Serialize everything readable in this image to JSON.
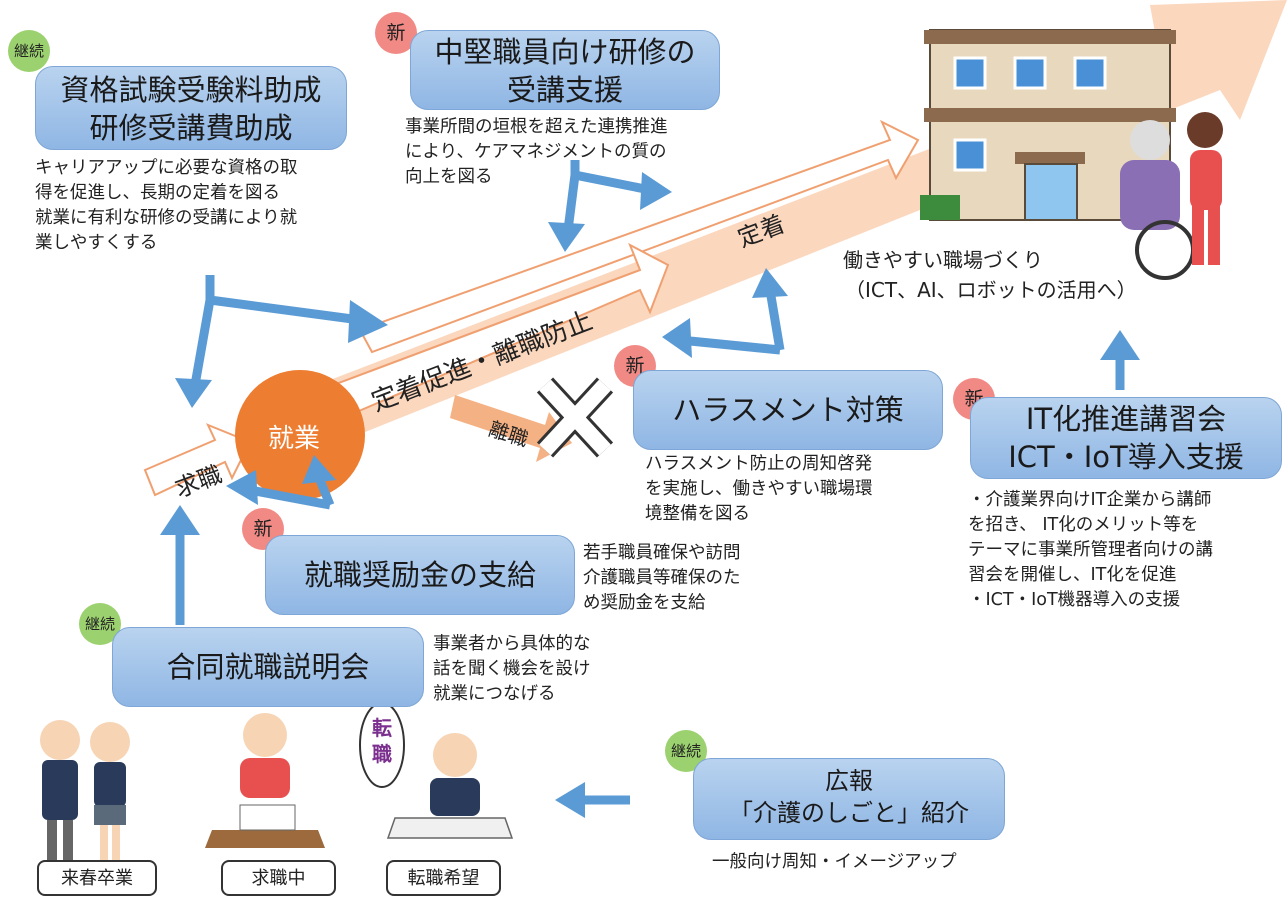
{
  "colors": {
    "accent_blue": "#5b9bd5",
    "orange": "#ed7d31",
    "box_blue": "#9dc3e6",
    "new_badge": "#f18a85",
    "continue_badge": "#9bd16f"
  },
  "badges": {
    "new": "新",
    "continue": "継続"
  },
  "main_arrow": {
    "label": "定着促進・離職防止"
  },
  "upper_arrow": {
    "label": "定着"
  },
  "job_seek": {
    "label": "求職"
  },
  "employment": {
    "label": "就業"
  },
  "turnover": {
    "label": "離職"
  },
  "qualification": {
    "line1": "資格試験受験料助成",
    "line2": "研修受講費助成",
    "desc": [
      "キャリアアップに必要な資格の取",
      "得を促進し、長期の定着を図る",
      "就業に有利な研修の受講により就",
      "業しやすくする"
    ]
  },
  "mid_training": {
    "line1": "中堅職員向け研修の",
    "line2": "受講支援",
    "desc": [
      "事業所間の垣根を超えた連携推進",
      "により、ケアマネジメントの質の",
      "向上を図る"
    ]
  },
  "workplace": {
    "line1": "働きやすい職場づくり",
    "line2": "（ICT、AI、ロボットの活用へ）"
  },
  "harassment": {
    "title": "ハラスメント対策",
    "desc": [
      "ハラスメント防止の周知啓発",
      "を実施し、働きやすい職場環",
      "境整備を図る"
    ]
  },
  "it_seminar": {
    "line1": "IT化推進講習会",
    "line2": "ICT・IoT導入支援",
    "desc": [
      "・介護業界向けIT企業から講師",
      "を招き、 IT化のメリット等を",
      "テーマに事業所管理者向けの講",
      "習会を開催し、IT化を促進",
      "・ICT・IoT機器導入の支援"
    ]
  },
  "incentive": {
    "title": "就職奨励金の支給",
    "desc": [
      "若手職員確保や訪問",
      "介護職員等確保のた",
      "め奨励金を支給"
    ]
  },
  "job_fair": {
    "title": "合同就職説明会",
    "desc": [
      "事業者から具体的な",
      "話を聞く機会を設け",
      "就業につなげる"
    ]
  },
  "pr": {
    "line1": "広報",
    "line2": "「介護のしごと」紹介",
    "desc": "一般向け周知・イメージアップ"
  },
  "people": {
    "graduates": "来春卒業",
    "job_seeker": "求職中",
    "career_change": "転職希望",
    "bubble": "転職"
  }
}
